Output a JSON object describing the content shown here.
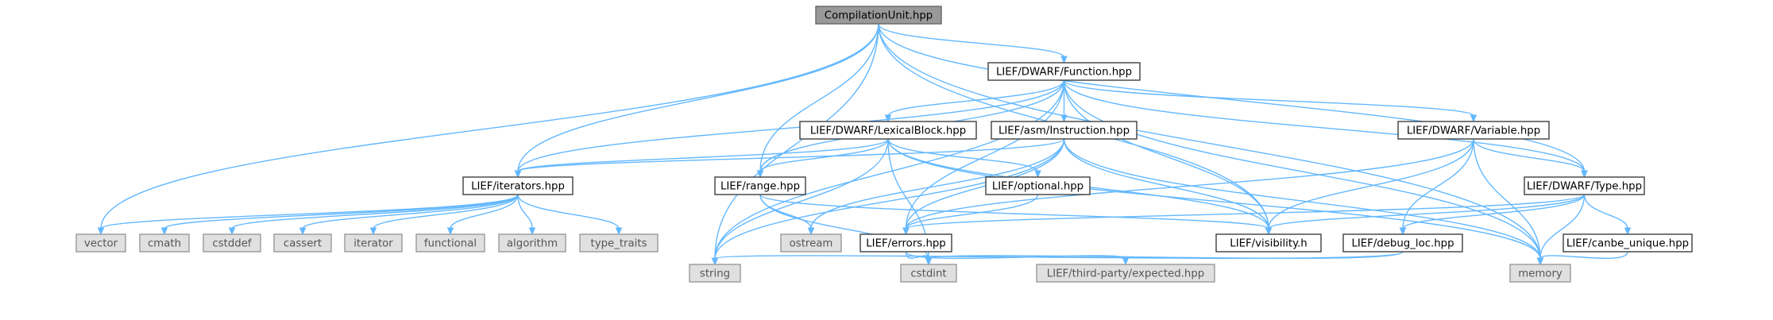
{
  "colors": {
    "edge": "#63b8ff",
    "root_fill": "#999999",
    "root_stroke": "#666666",
    "local_fill": "#ffffff",
    "local_stroke": "#3f3f3f",
    "system_fill": "#e0e0e0",
    "system_stroke": "#999999"
  },
  "nodes": [
    {
      "id": "cu",
      "label": "CompilationUnit.hpp",
      "kind": "root"
    },
    {
      "id": "func",
      "label": "LIEF/DWARF/Function.hpp",
      "kind": "local"
    },
    {
      "id": "lexical",
      "label": "LIEF/DWARF/LexicalBlock.hpp",
      "kind": "local"
    },
    {
      "id": "instr",
      "label": "LIEF/asm/Instruction.hpp",
      "kind": "local"
    },
    {
      "id": "variable",
      "label": "LIEF/DWARF/Variable.hpp",
      "kind": "local"
    },
    {
      "id": "iterators",
      "label": "LIEF/iterators.hpp",
      "kind": "local"
    },
    {
      "id": "range",
      "label": "LIEF/range.hpp",
      "kind": "local"
    },
    {
      "id": "optional",
      "label": "LIEF/optional.hpp",
      "kind": "local"
    },
    {
      "id": "type",
      "label": "LIEF/DWARF/Type.hpp",
      "kind": "local"
    },
    {
      "id": "errors",
      "label": "LIEF/errors.hpp",
      "kind": "local"
    },
    {
      "id": "visibility",
      "label": "LIEF/visibility.h",
      "kind": "local"
    },
    {
      "id": "debugloc",
      "label": "LIEF/debug_loc.hpp",
      "kind": "local"
    },
    {
      "id": "canbe",
      "label": "LIEF/canbe_unique.hpp",
      "kind": "local"
    },
    {
      "id": "vector",
      "label": "vector",
      "kind": "system"
    },
    {
      "id": "cmath",
      "label": "cmath",
      "kind": "system"
    },
    {
      "id": "cstddef",
      "label": "cstddef",
      "kind": "system"
    },
    {
      "id": "cassert",
      "label": "cassert",
      "kind": "system"
    },
    {
      "id": "iterator",
      "label": "iterator",
      "kind": "system"
    },
    {
      "id": "functional",
      "label": "functional",
      "kind": "system"
    },
    {
      "id": "algorithm",
      "label": "algorithm",
      "kind": "system"
    },
    {
      "id": "type_traits",
      "label": "type_traits",
      "kind": "system"
    },
    {
      "id": "ostream",
      "label": "ostream",
      "kind": "system"
    },
    {
      "id": "string",
      "label": "string",
      "kind": "system"
    },
    {
      "id": "cstdint",
      "label": "cstdint",
      "kind": "system"
    },
    {
      "id": "expected",
      "label": "LIEF/third-party/expected.hpp",
      "kind": "system"
    },
    {
      "id": "memory",
      "label": "memory",
      "kind": "system"
    }
  ],
  "edges": [
    [
      "cu",
      "func"
    ],
    [
      "cu",
      "iterators"
    ],
    [
      "cu",
      "range"
    ],
    [
      "cu",
      "type"
    ],
    [
      "cu",
      "visibility"
    ],
    [
      "cu",
      "vector"
    ],
    [
      "cu",
      "string"
    ],
    [
      "cu",
      "memory"
    ],
    [
      "func",
      "lexical"
    ],
    [
      "func",
      "instr"
    ],
    [
      "func",
      "variable"
    ],
    [
      "func",
      "iterators"
    ],
    [
      "func",
      "range"
    ],
    [
      "func",
      "type"
    ],
    [
      "func",
      "errors"
    ],
    [
      "func",
      "visibility"
    ],
    [
      "func",
      "string"
    ],
    [
      "func",
      "memory"
    ],
    [
      "lexical",
      "iterators"
    ],
    [
      "lexical",
      "range"
    ],
    [
      "lexical",
      "optional"
    ],
    [
      "lexical",
      "visibility"
    ],
    [
      "lexical",
      "string"
    ],
    [
      "lexical",
      "cstdint"
    ],
    [
      "lexical",
      "memory"
    ],
    [
      "instr",
      "iterators"
    ],
    [
      "instr",
      "errors"
    ],
    [
      "instr",
      "visibility"
    ],
    [
      "instr",
      "ostream"
    ],
    [
      "instr",
      "string"
    ],
    [
      "instr",
      "memory"
    ],
    [
      "variable",
      "type"
    ],
    [
      "variable",
      "errors"
    ],
    [
      "variable",
      "visibility"
    ],
    [
      "variable",
      "debugloc"
    ],
    [
      "variable",
      "memory"
    ],
    [
      "iterators",
      "vector"
    ],
    [
      "iterators",
      "cmath"
    ],
    [
      "iterators",
      "cstddef"
    ],
    [
      "iterators",
      "cassert"
    ],
    [
      "iterators",
      "iterator"
    ],
    [
      "iterators",
      "functional"
    ],
    [
      "iterators",
      "algorithm"
    ],
    [
      "iterators",
      "type_traits"
    ],
    [
      "range",
      "visibility"
    ],
    [
      "range",
      "ostream"
    ],
    [
      "range",
      "cstdint"
    ],
    [
      "optional",
      "errors"
    ],
    [
      "type",
      "errors"
    ],
    [
      "type",
      "visibility"
    ],
    [
      "type",
      "debugloc"
    ],
    [
      "type",
      "canbe"
    ],
    [
      "type",
      "memory"
    ],
    [
      "errors",
      "cstdint"
    ],
    [
      "errors",
      "expected"
    ],
    [
      "debugloc",
      "string"
    ],
    [
      "debugloc",
      "cstdint"
    ],
    [
      "canbe",
      "memory"
    ]
  ]
}
